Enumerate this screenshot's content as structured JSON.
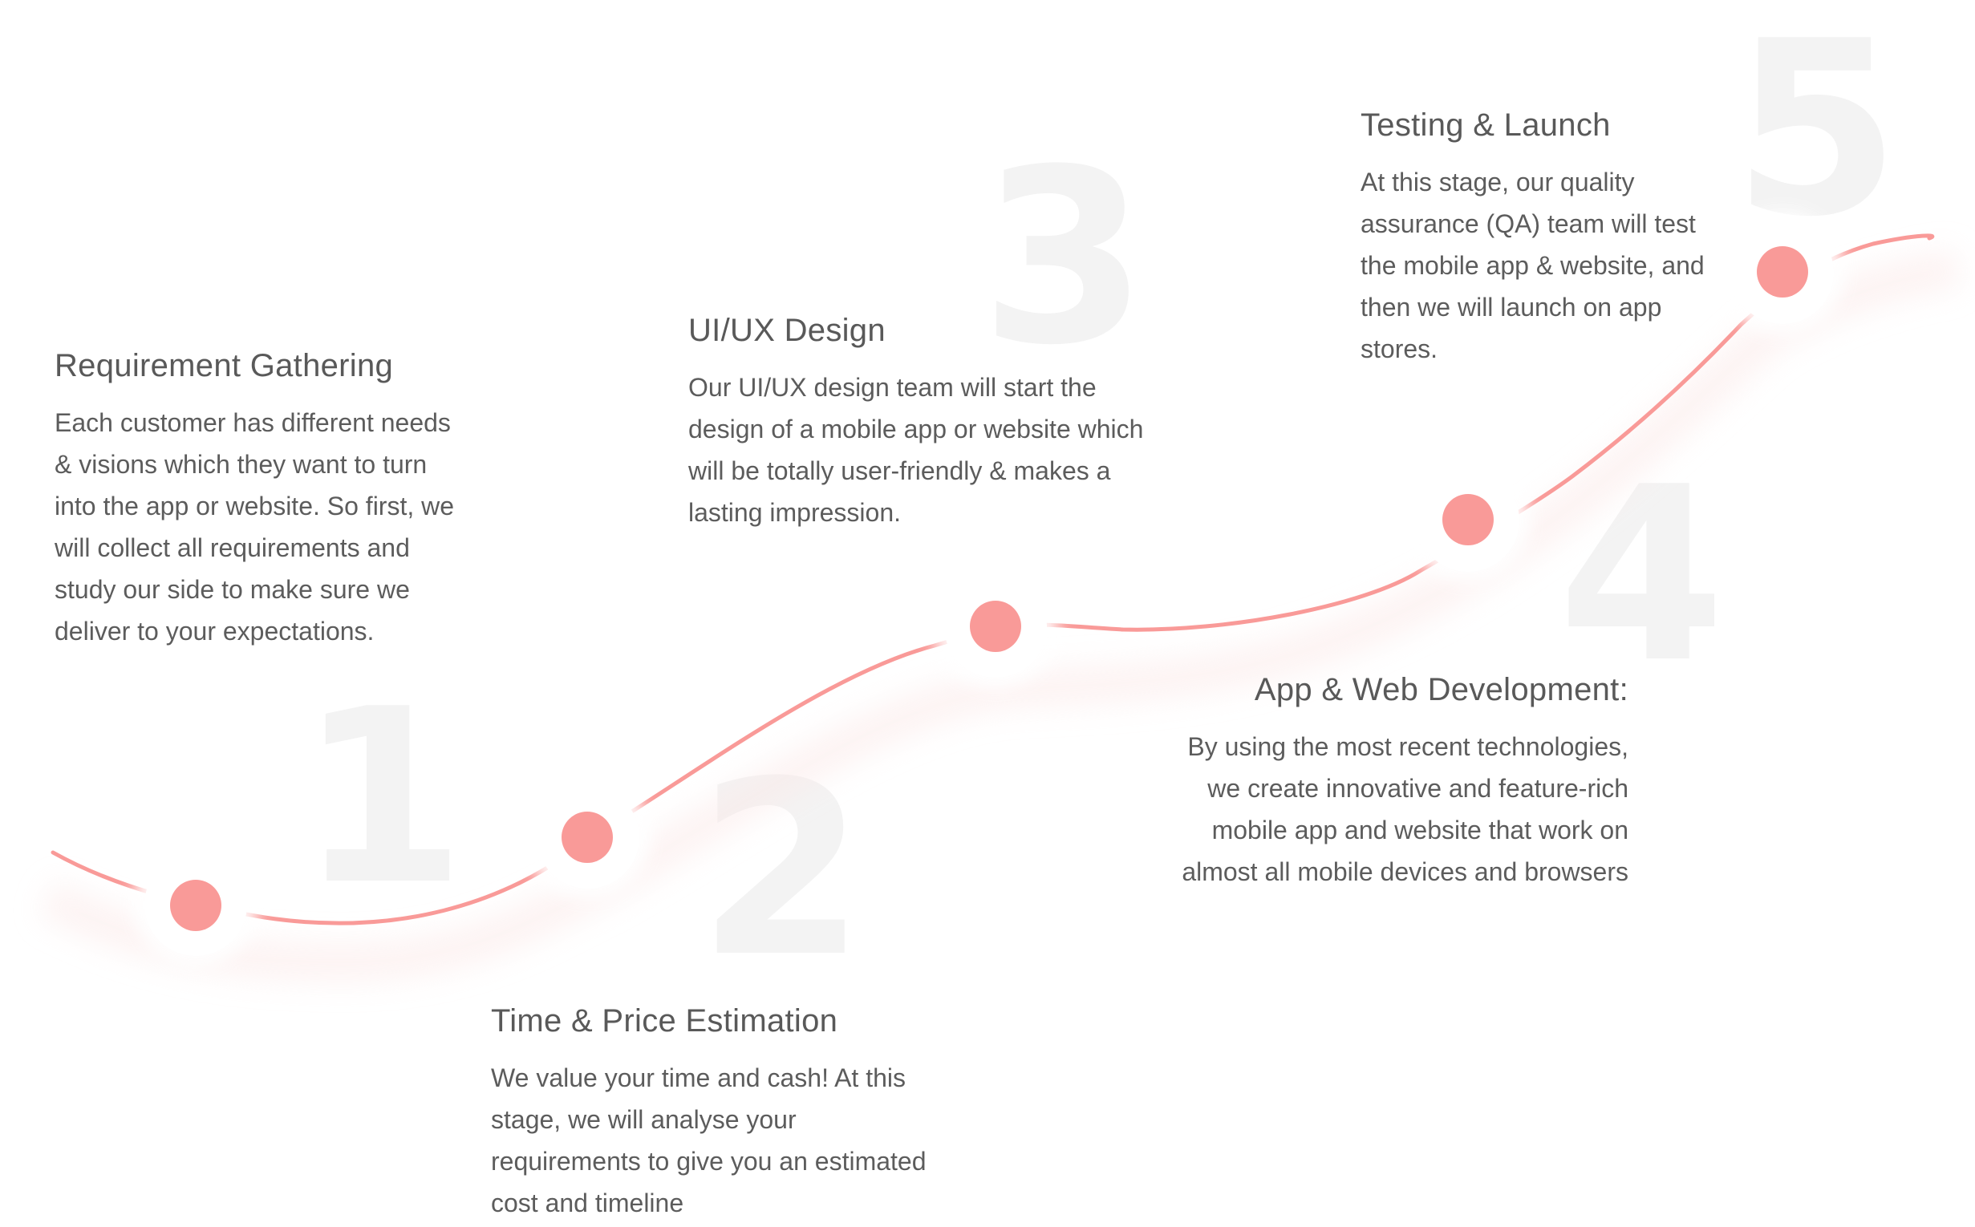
{
  "colors": {
    "accent": "#f99a98",
    "number": "#f3f3f3",
    "text": "#5c5c5c"
  },
  "steps": [
    {
      "number": "1",
      "title": "Requirement Gathering",
      "lines": [
        "Each customer has different needs",
        "& visions which they want to turn",
        "into the app or website. So first, we",
        "will collect all requirements and",
        "study our side to make sure we",
        "deliver to your expectations."
      ]
    },
    {
      "number": "2",
      "title": "Time & Price Estimation",
      "lines": [
        "We value your time and cash! At this",
        "stage, we will analyse your",
        "requirements to give you an estimated",
        "cost and timeline"
      ]
    },
    {
      "number": "3",
      "title": "UI/UX Design",
      "lines": [
        "Our UI/UX design team will start the",
        "design of a mobile app or website which",
        "will be totally user-friendly & makes a",
        "lasting impression."
      ]
    },
    {
      "number": "4",
      "title": "App & Web Development:",
      "lines": [
        "By using the most recent technologies,",
        "we create innovative and feature-rich",
        "mobile app and website that work on",
        "almost all mobile devices and browsers"
      ]
    },
    {
      "number": "5",
      "title": "Testing & Launch",
      "lines": [
        "At this stage, our quality",
        "assurance (QA) team will test",
        "the mobile app & website, and",
        "then we will launch on app",
        "stores."
      ]
    }
  ]
}
